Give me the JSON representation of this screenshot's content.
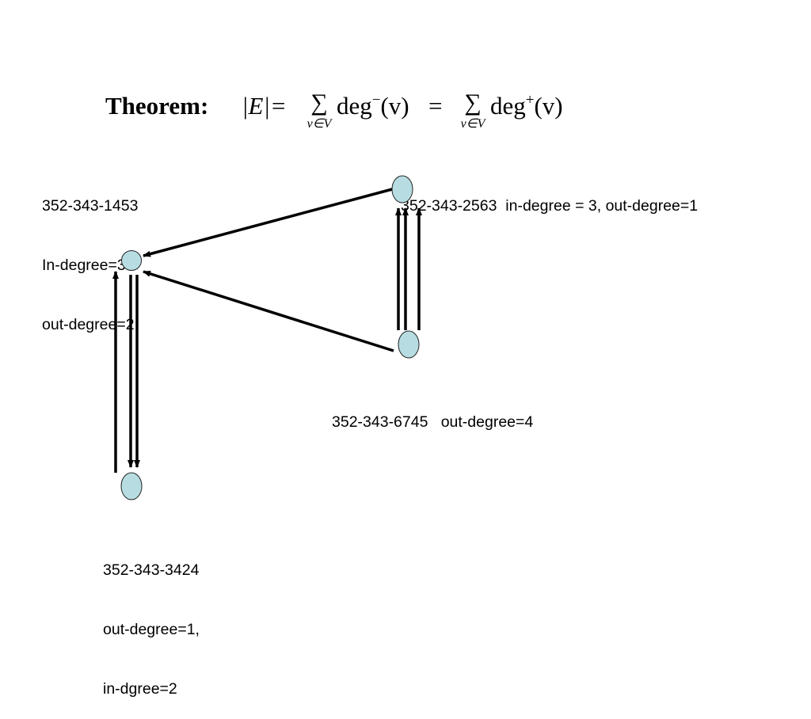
{
  "theorem": {
    "label": "Theorem:",
    "lhs": "|E|=",
    "sum1_symbol": "∑",
    "sum1_subscript": "v∈V",
    "term1_func": "deg",
    "term1_sup": "−",
    "term1_arg": "(v)",
    "equals": "=",
    "sum2_symbol": "∑",
    "sum2_subscript": "v∈V",
    "term2_func": "deg",
    "term2_sup": "+",
    "term2_arg": "(v)"
  },
  "nodes": {
    "n1453": {
      "lines": [
        "352-343-1453",
        "In-degree=3",
        "out-degree=2"
      ]
    },
    "n2563": {
      "lines": [
        "352-343-2563  in-degree = 3, out-degree=1"
      ]
    },
    "n6745": {
      "lines": [
        "352-343-6745   out-degree=4"
      ]
    },
    "n3424": {
      "lines": [
        "352-343-3424",
        "out-degree=1,",
        "in-dgree=2"
      ]
    }
  },
  "colors": {
    "node_fill": "#b7dde2",
    "edge": "#000000"
  }
}
